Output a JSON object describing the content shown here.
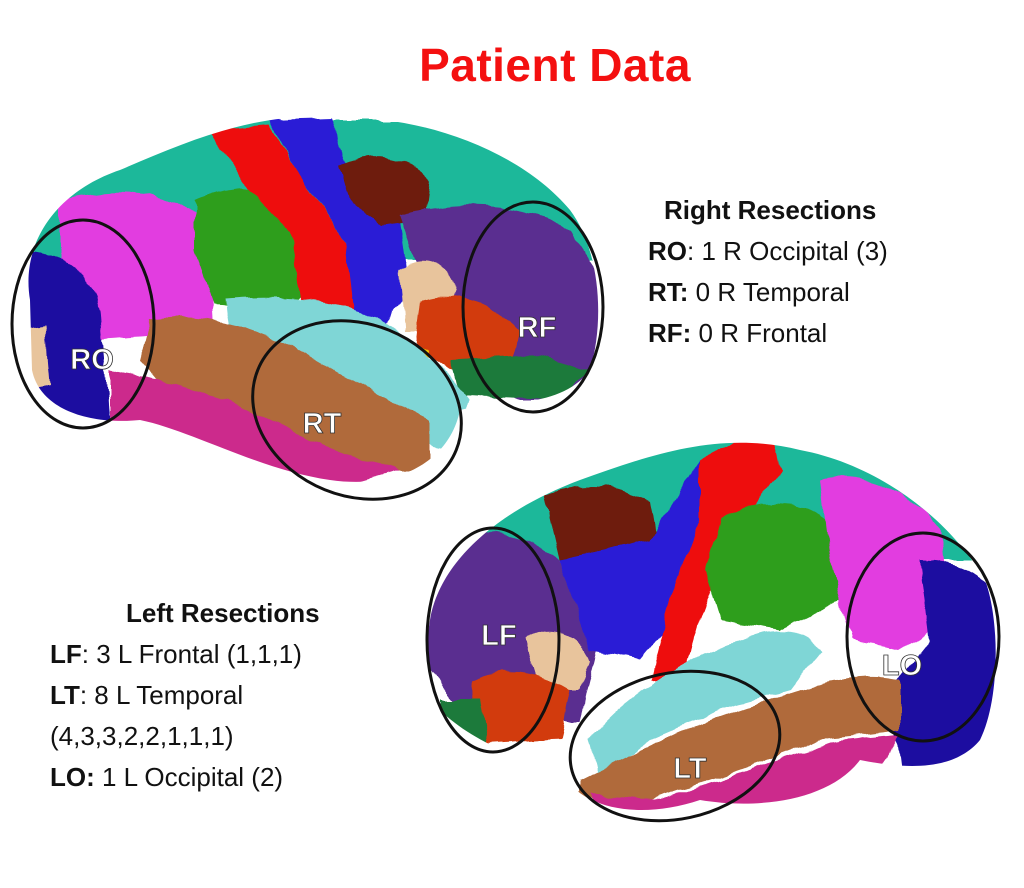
{
  "title": "Patient Data",
  "right_resections": {
    "heading": "Right Resections",
    "items": [
      {
        "code": "RO",
        "sep": ":",
        "text": " 1 R Occipital (3)"
      },
      {
        "code": "RT:",
        "sep": "",
        "text": " 0 R Temporal"
      },
      {
        "code": "RF:",
        "sep": "",
        "text": " 0 R Frontal"
      }
    ]
  },
  "left_resections": {
    "heading": "Left Resections",
    "items": [
      {
        "code": "LF",
        "sep": ":",
        "text": " 3 L Frontal (1,1,1)"
      },
      {
        "code": "LT",
        "sep": ":",
        "text": " 8 L Temporal"
      },
      {
        "code": "",
        "sep": "",
        "text": "(4,3,3,2,2,1,1,1)"
      },
      {
        "code": "LO:",
        "sep": "",
        "text": " 1 L Occipital (2)"
      }
    ]
  },
  "region_labels": {
    "RO": "RO",
    "RT": "RT",
    "RF": "RF",
    "LF": "LF",
    "LT": "LT",
    "LO": "LO"
  },
  "colors": {
    "title": "#f41010",
    "teal": "#1bb89a",
    "red": "#ee1010",
    "blue": "#2a1fd6",
    "dark_blue": "#1a0aa0",
    "purple": "#5a2d90",
    "magenta": "#e23ce0",
    "green": "#2f9e1c",
    "maroon": "#6e1a08",
    "brown": "#b06a3a",
    "light_cyan": "#7fd6d6",
    "pink": "#cc2a8c",
    "tan": "#e8c49c",
    "orange_red": "#d23a10",
    "yellow": "#f2c500",
    "dark_green": "#1f7a3a"
  }
}
